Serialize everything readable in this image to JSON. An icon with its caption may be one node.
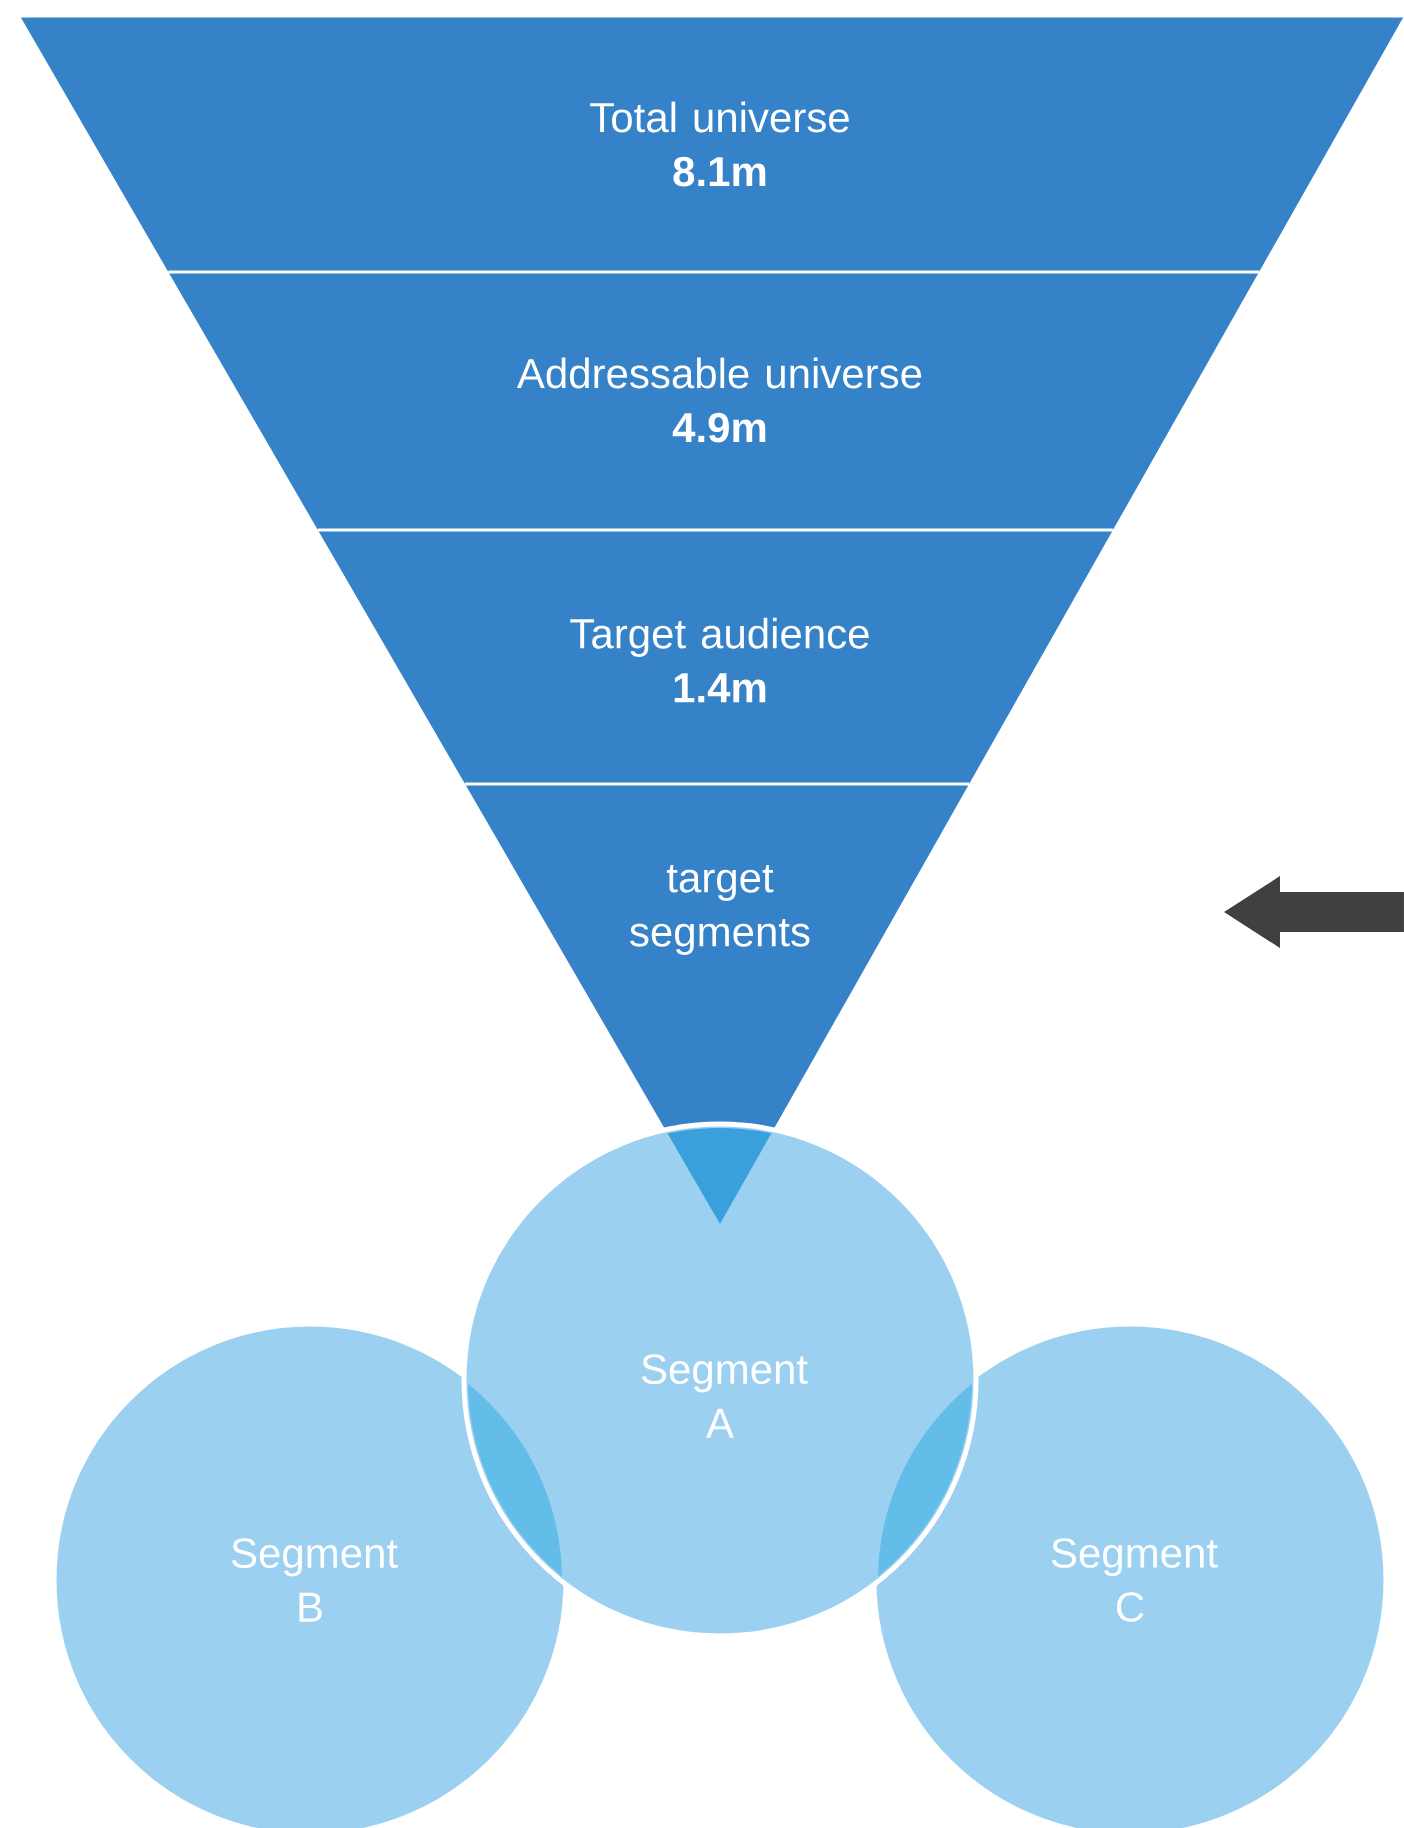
{
  "diagram": {
    "nodes": [
      {
        "text": [
          "Total universe",
          "8.1m"
        ]
      },
      {
        "text": [
          "Addressable universe",
          "4.9m"
        ]
      },
      {
        "text": [
          "Target audience",
          "1.4m"
        ]
      },
      {
        "text": [
          "target segments"
        ]
      },
      {
        "text": [
          "Segment A"
        ]
      },
      {
        "text": [
          "Segment B"
        ]
      },
      {
        "text": [
          "Segment C"
        ]
      }
    ]
  }
}
